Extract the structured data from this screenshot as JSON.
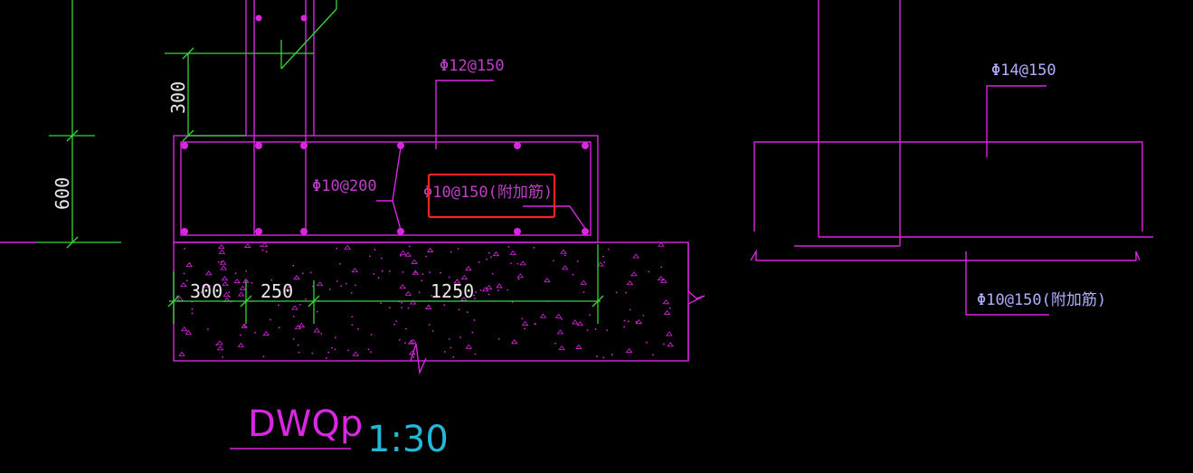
{
  "title": {
    "name": "DWQp",
    "scale": "1:30"
  },
  "rebar_labels": {
    "top_bar": "Φ12@150",
    "side_bar": "Φ10@200",
    "added_bar": "Φ10@150(附加筋)",
    "right_top_bar": "Φ14@150",
    "right_added_bar": "Φ10@150(附加筋)"
  },
  "dimensions": {
    "wall_extension": "300",
    "slab_depth": "600",
    "seg_1": "300",
    "seg_2": "250",
    "seg_3": "1250"
  },
  "colors": {
    "background": "#000000",
    "rebar": "#d926e0",
    "dimension": "#37d637",
    "highlight": "#ff2222",
    "scale": "#22b8d8"
  }
}
